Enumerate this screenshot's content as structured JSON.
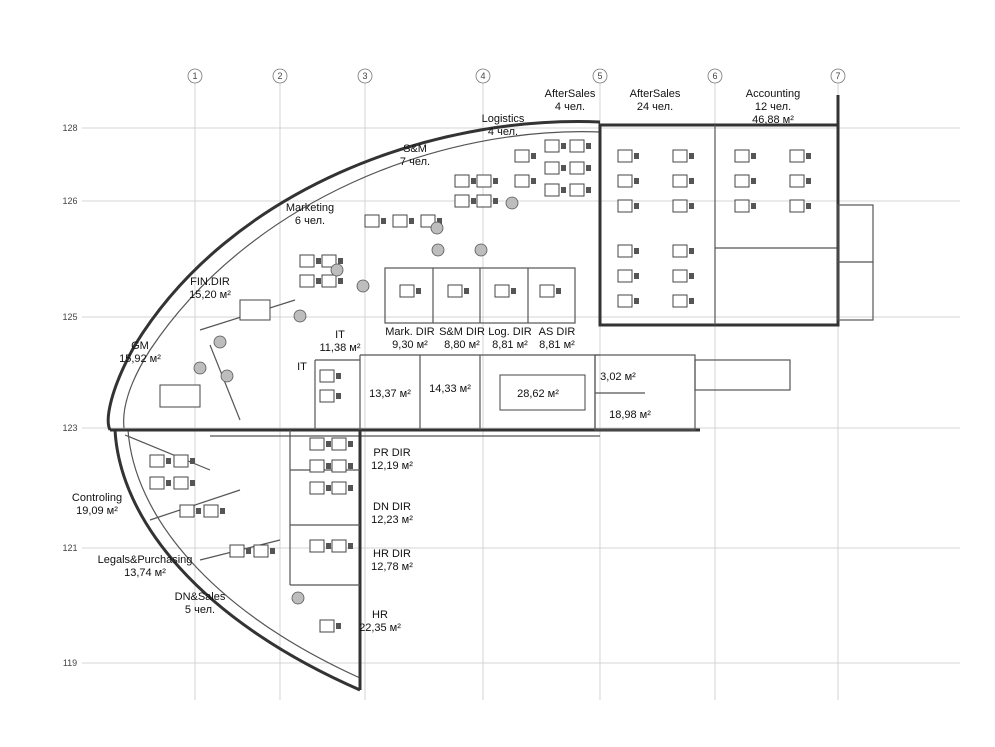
{
  "grid": {
    "columns": [
      "1",
      "2",
      "3",
      "4",
      "5",
      "6",
      "7"
    ],
    "rows": [
      "128",
      "126",
      "125",
      "123",
      "121",
      "119"
    ]
  },
  "rooms": [
    {
      "id": "aftersales-4",
      "lines": [
        "AfterSales",
        "4 чел."
      ]
    },
    {
      "id": "aftersales-24",
      "lines": [
        "AfterSales",
        "24 чел."
      ]
    },
    {
      "id": "accounting",
      "lines": [
        "Accounting",
        "12 чел.",
        "46,88 м²"
      ]
    },
    {
      "id": "logistics",
      "lines": [
        "Logistics",
        "4 чел."
      ]
    },
    {
      "id": "sm",
      "lines": [
        "S&M",
        "7 чел."
      ]
    },
    {
      "id": "marketing",
      "lines": [
        "Marketing",
        "6 чел."
      ]
    },
    {
      "id": "fin-dir",
      "lines": [
        "FIN.DIR",
        "15,20 м²"
      ]
    },
    {
      "id": "gm",
      "lines": [
        "GM",
        "15,92 м²"
      ]
    },
    {
      "id": "it-room",
      "lines": [
        "IT",
        "11,38 м²"
      ]
    },
    {
      "id": "it-small",
      "lines": [
        "IT"
      ]
    },
    {
      "id": "mark-dir",
      "lines": [
        "Mark. DIR",
        "9,30 м²"
      ]
    },
    {
      "id": "sm-dir",
      "lines": [
        "S&M DIR",
        "8,80 м²"
      ]
    },
    {
      "id": "log-dir",
      "lines": [
        "Log. DIR",
        "8,81 м²"
      ]
    },
    {
      "id": "as-dir",
      "lines": [
        "AS DIR",
        "8,81 м²"
      ]
    },
    {
      "id": "room-1337",
      "lines": [
        "13,37 м²"
      ]
    },
    {
      "id": "room-1433",
      "lines": [
        "14,33 м²"
      ]
    },
    {
      "id": "meeting",
      "lines": [
        "28,62 м²"
      ]
    },
    {
      "id": "room-302",
      "lines": [
        "3,02 м²"
      ]
    },
    {
      "id": "room-1898",
      "lines": [
        "18,98 м²"
      ]
    },
    {
      "id": "pr-dir",
      "lines": [
        "PR DIR",
        "12,19 м²"
      ]
    },
    {
      "id": "dn-dir",
      "lines": [
        "DN DIR",
        "12,23 м²"
      ]
    },
    {
      "id": "hr-dir",
      "lines": [
        "HR DIR",
        "12,78 м²"
      ]
    },
    {
      "id": "hr",
      "lines": [
        "HR",
        "22,35 м²"
      ]
    },
    {
      "id": "controling",
      "lines": [
        "Controling",
        "19,09 м²"
      ]
    },
    {
      "id": "legals",
      "lines": [
        "Legals&Purchasing",
        "13,74 м²"
      ]
    },
    {
      "id": "dn-sales",
      "lines": [
        "DN&Sales",
        "5 чел."
      ]
    }
  ]
}
